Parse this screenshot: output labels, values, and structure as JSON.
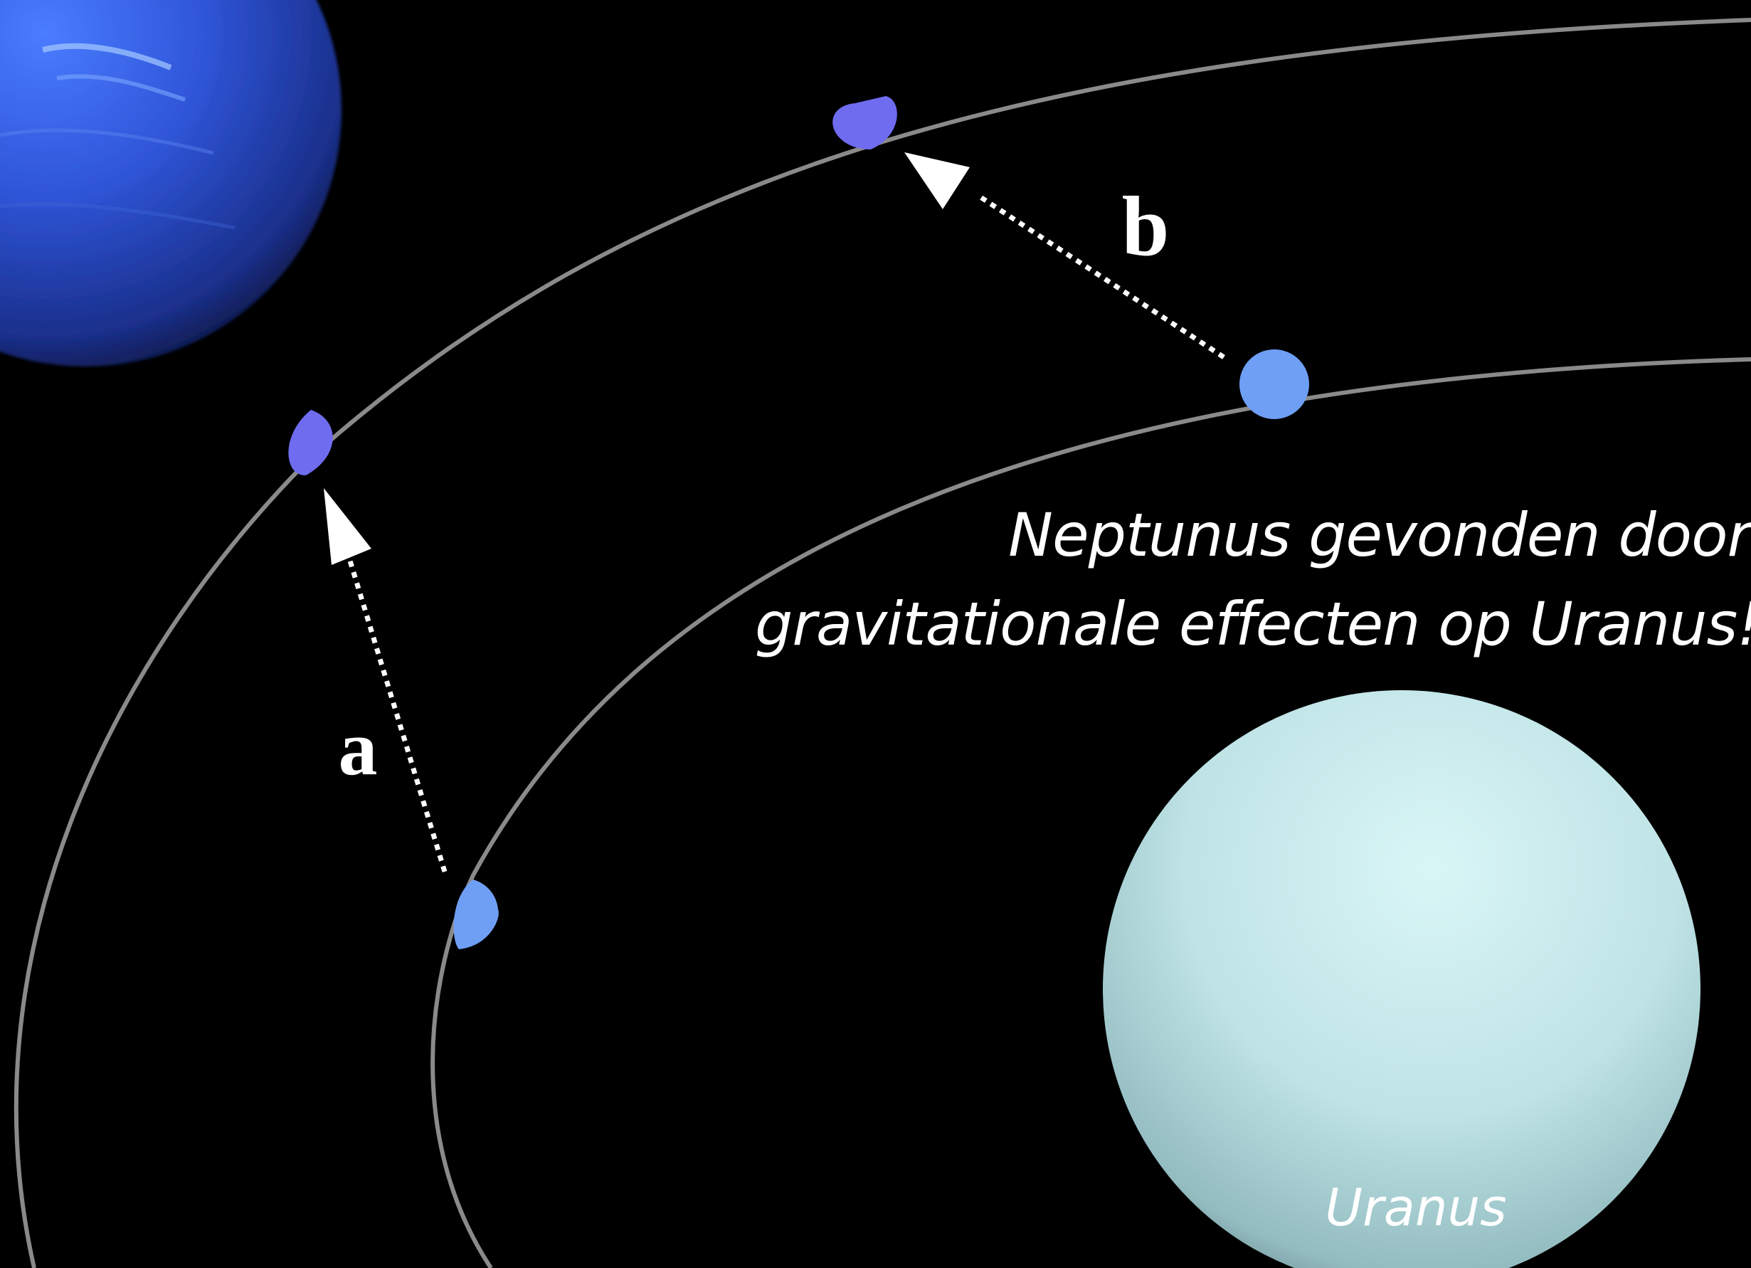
{
  "caption": {
    "line1": "Neptunus gevonden door",
    "line2": "gravitationale effecten op Uranus!"
  },
  "labels": {
    "a": "a",
    "b": "b",
    "uranus": "Uranus"
  },
  "colors": {
    "background": "#000000",
    "orbit": "#8a8a8a",
    "neptune_marker": "#6f6cf0",
    "uranus_marker": "#6f9ff5",
    "arrow": "#ffffff",
    "neptune_planet": "#2f55d8",
    "uranus_planet": "#bfe3e6"
  }
}
